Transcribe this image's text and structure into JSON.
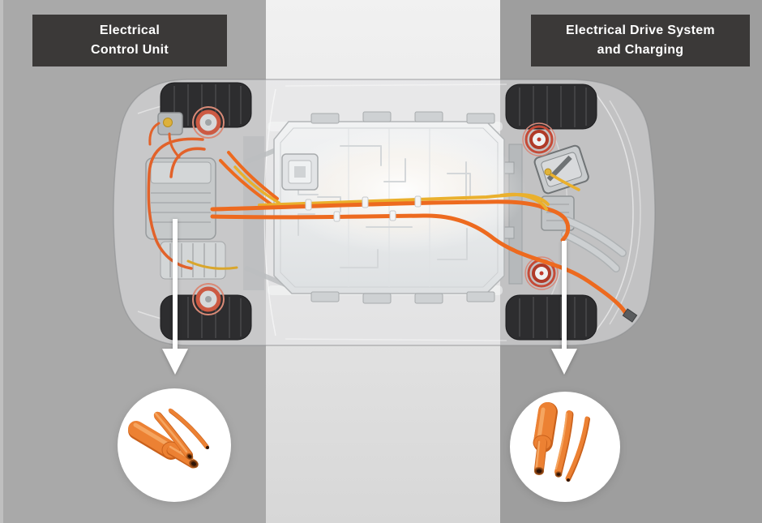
{
  "callouts": {
    "left": {
      "line1": "Electrical",
      "line2": "Control Unit"
    },
    "right": {
      "line1": "Electrical Drive System",
      "line2": "and Charging"
    }
  },
  "insets": {
    "left": {
      "icon": "heat-shrink-tubing-icon"
    },
    "right": {
      "icon": "heat-shrink-tubing-icon"
    }
  },
  "theme": {
    "band-left": "#a9a9a9",
    "band-middle-top": "#f1f1f1",
    "band-middle-bottom": "#d7d7d7",
    "band-right": "#9e9e9e",
    "callout-bg": "#3b3938",
    "callout-text": "#ffffff",
    "arrow": "#ffffff",
    "inset-bg": "#ffffff",
    "tube-orange": "#ec8133",
    "cable-orange": "#ed6a1f",
    "cable-yellow": "#eab02d",
    "tire": "#2d2d2f"
  }
}
